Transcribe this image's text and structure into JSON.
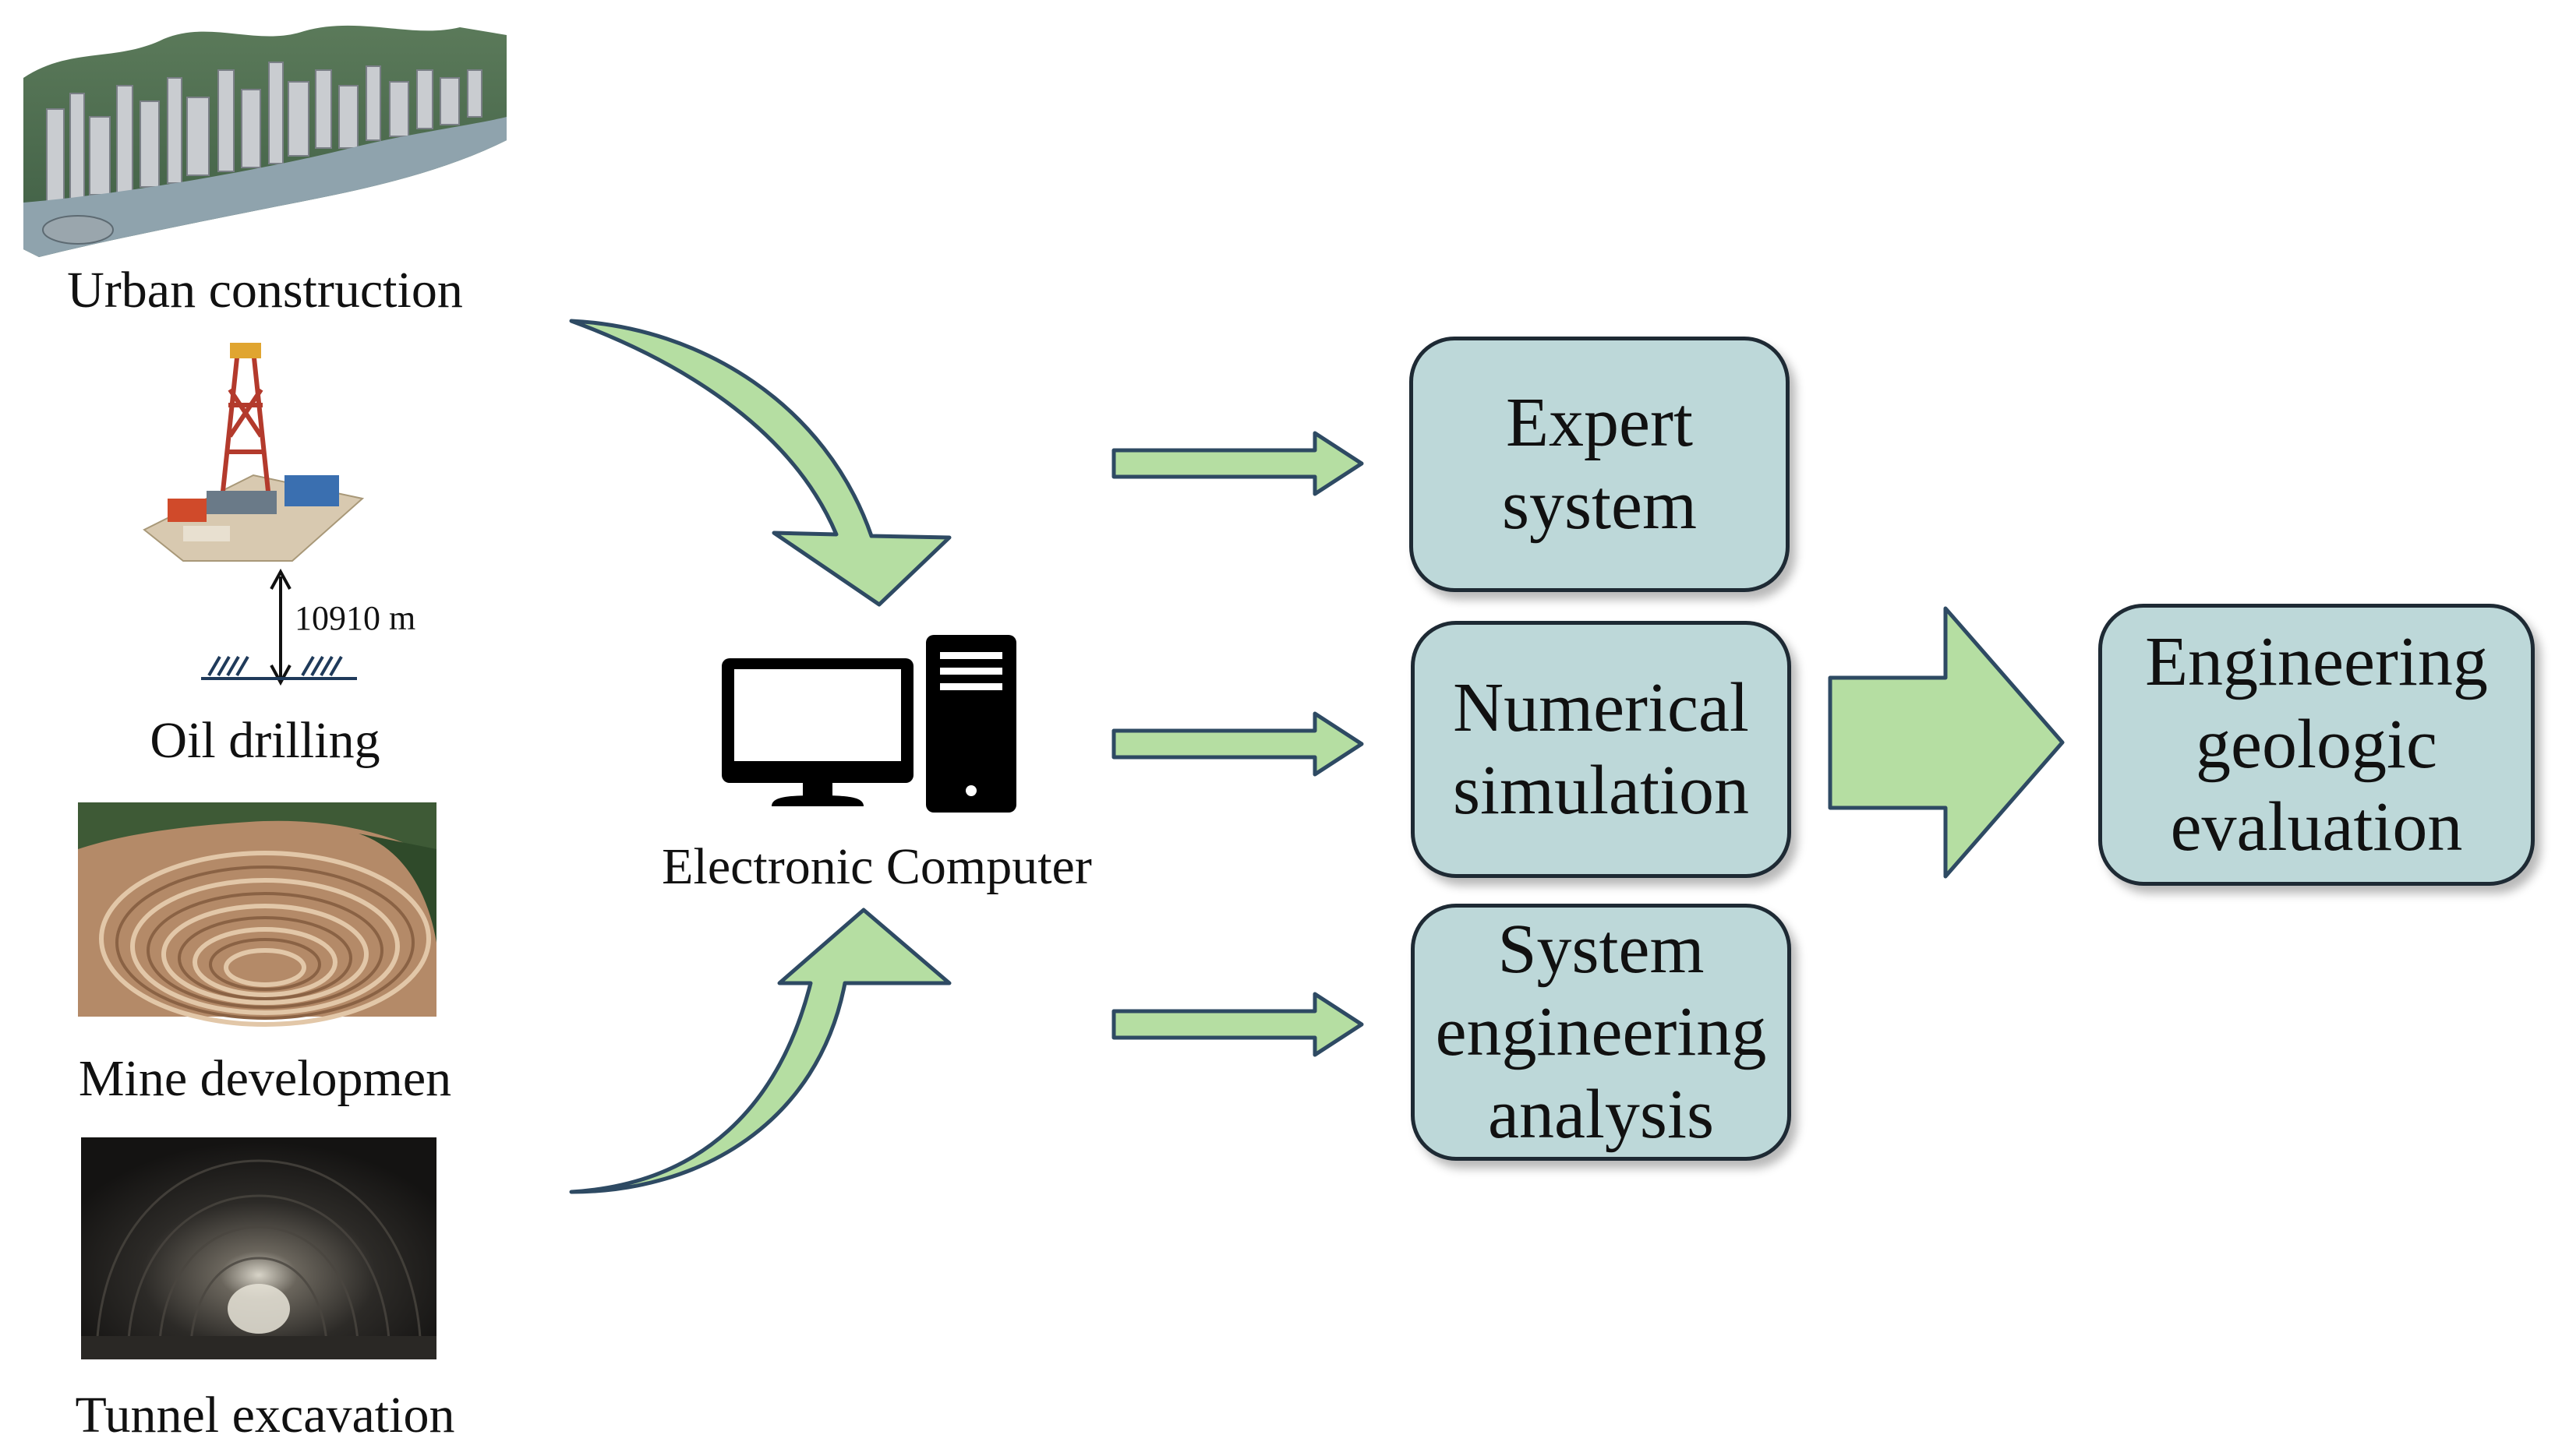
{
  "colors": {
    "arrow_fill": "#b5dea2",
    "arrow_stroke": "#2e4a63",
    "box_fill": "#bdd8d9",
    "box_stroke": "#1e2a34",
    "text": "#111111"
  },
  "sources": {
    "urban": {
      "label": "Urban construction",
      "icon": "city-skyline-photo"
    },
    "oil": {
      "label": "Oil drilling",
      "depth": "10910 m",
      "icon": "drilling-rig-photo"
    },
    "mine": {
      "label": "Mine developmen",
      "icon": "open-pit-mine-photo"
    },
    "tunnel": {
      "label": "Tunnel excavation",
      "icon": "tunnel-photo"
    }
  },
  "computer": {
    "label": "Electronic Computer",
    "icon": "desktop-computer-icon"
  },
  "methods": [
    {
      "lines": [
        "Expert",
        "system"
      ]
    },
    {
      "lines": [
        "Numerical",
        "simulation"
      ]
    },
    {
      "lines": [
        "System",
        "engineering",
        "analysis"
      ]
    }
  ],
  "result": {
    "lines": [
      "Engineering",
      "geologic",
      "evaluation"
    ]
  }
}
